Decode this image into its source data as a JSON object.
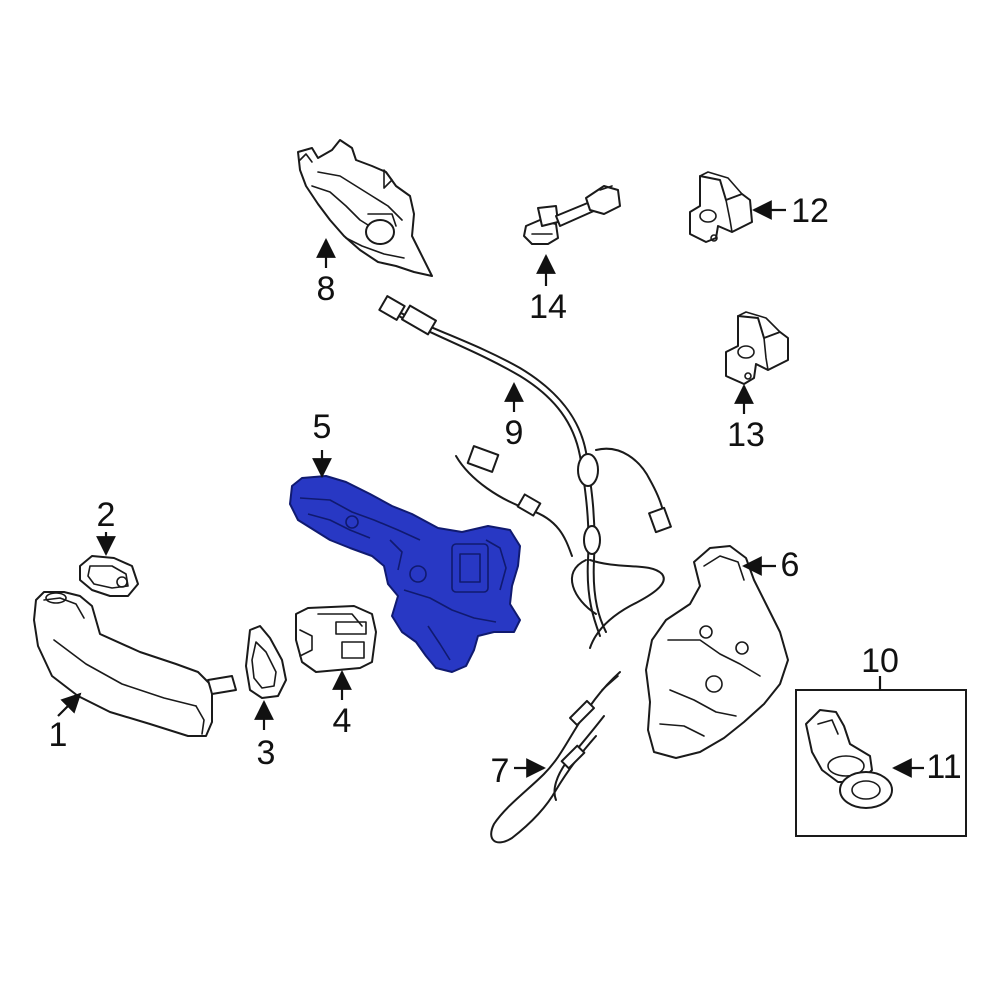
{
  "diagram": {
    "highlight_color": "#2838c4",
    "highlight_outline_color": "#101a70",
    "highlighted_part": "5",
    "callouts": [
      "1",
      "2",
      "3",
      "4",
      "5",
      "6",
      "7",
      "8",
      "9",
      "10",
      "11",
      "12",
      "13",
      "14"
    ]
  }
}
